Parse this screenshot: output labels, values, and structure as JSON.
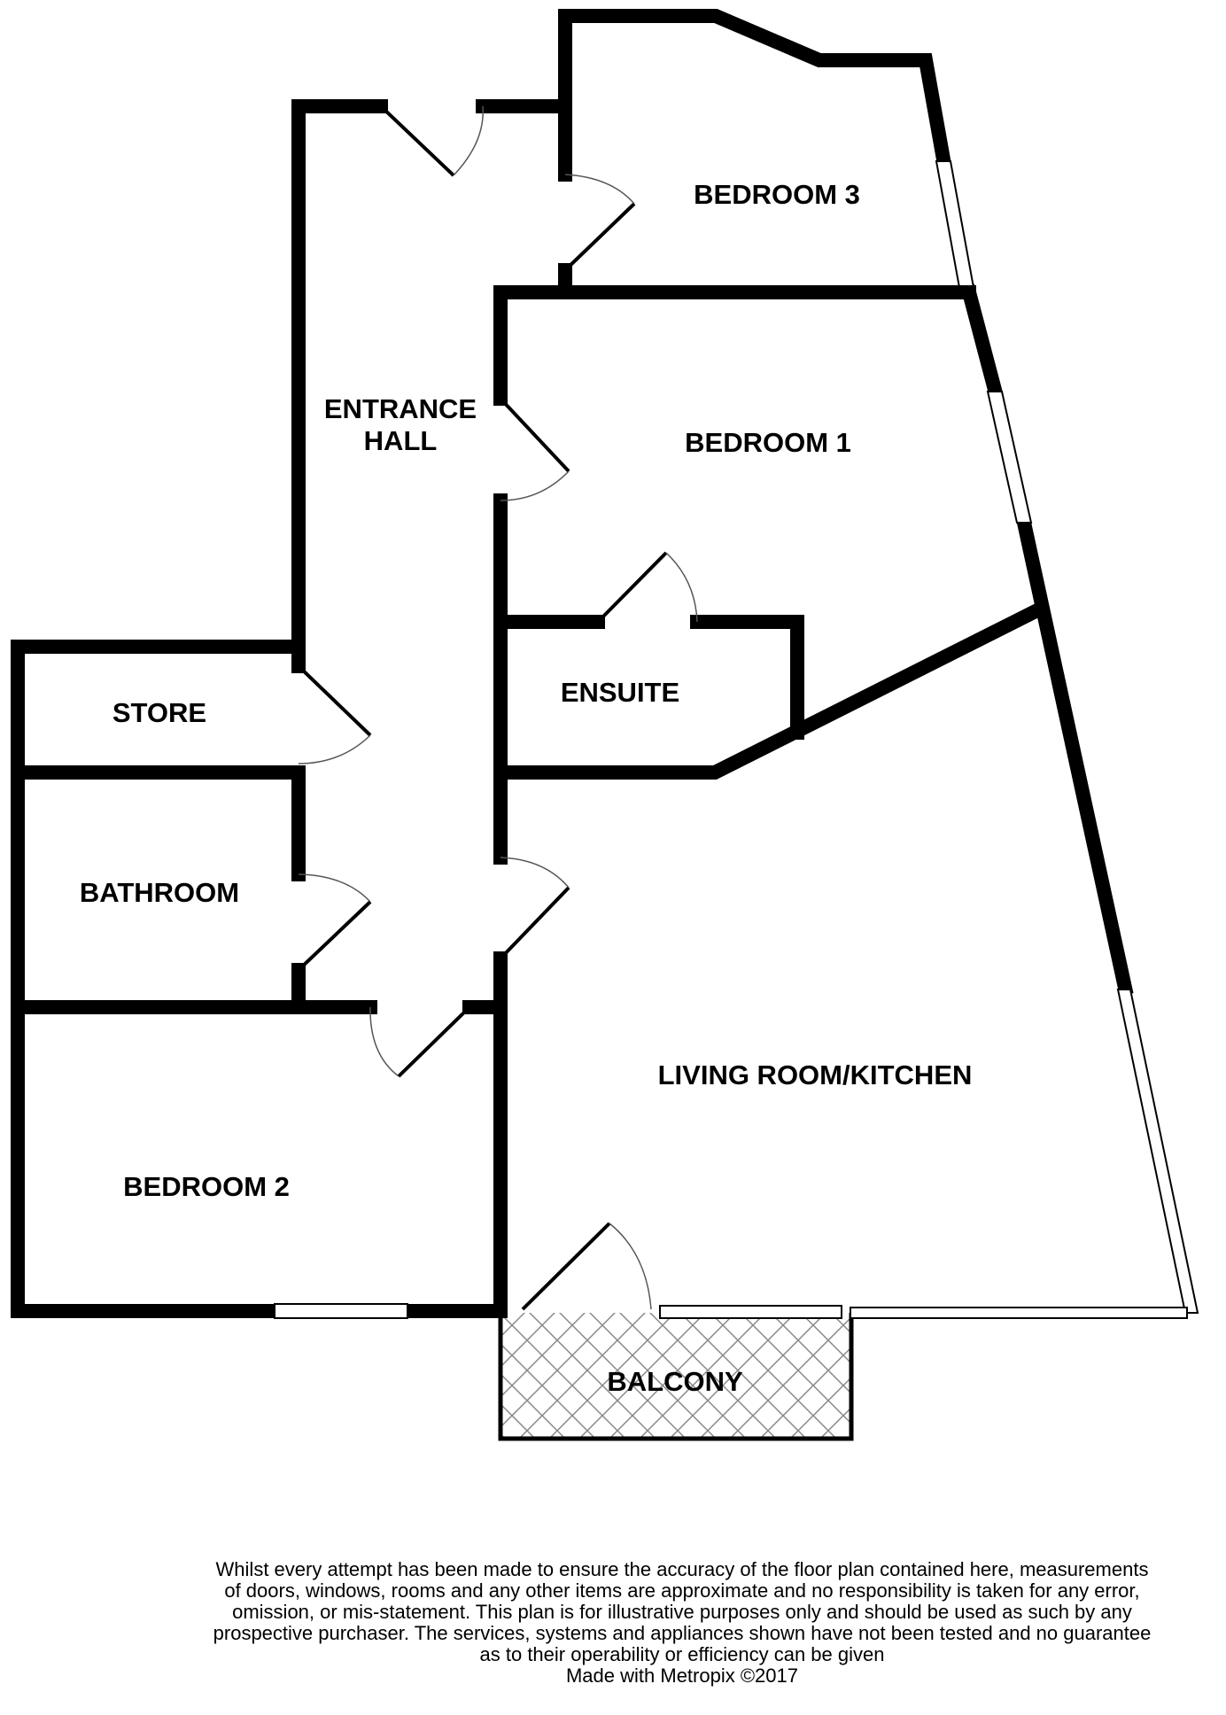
{
  "rooms": {
    "bedroom3": "BEDROOM 3",
    "entrance_hall_line1": "ENTRANCE",
    "entrance_hall_line2": "HALL",
    "bedroom1": "BEDROOM 1",
    "ensuite": "ENSUITE",
    "store": "STORE",
    "bathroom": "BATHROOM",
    "living": "LIVING ROOM/KITCHEN",
    "bedroom2": "BEDROOM 2",
    "balcony": "BALCONY"
  },
  "disclaimer": {
    "lines": [
      "Whilst every attempt has been made to ensure the accuracy of the floor plan contained here, measurements",
      "of doors, windows, rooms and any other items are approximate and no responsibility is taken for any error,",
      "omission, or mis-statement. This plan is for illustrative purposes only and should be used as such by any",
      "prospective purchaser. The services, systems and appliances shown have not been tested and no guarantee",
      "as to their operability or efficiency can be given"
    ],
    "credit": "Made with Metropix ©2017"
  },
  "colors": {
    "wall": "#000000",
    "background": "#ffffff",
    "balcony_hatch": "#888888"
  }
}
